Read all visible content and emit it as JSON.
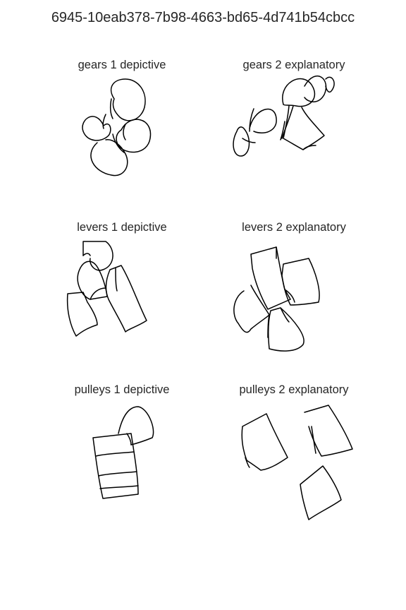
{
  "title": "6945-10eab378-7b98-4663-bd65-4d741b54cbcc",
  "stroke_color": "#000000",
  "panels": [
    {
      "label": "gears 1 depictive"
    },
    {
      "label": "gears 2 explanatory"
    },
    {
      "label": "levers 1 depictive"
    },
    {
      "label": "levers 2 explanatory"
    },
    {
      "label": "pulleys 1 depictive"
    },
    {
      "label": "pulleys 2 explanatory"
    }
  ]
}
